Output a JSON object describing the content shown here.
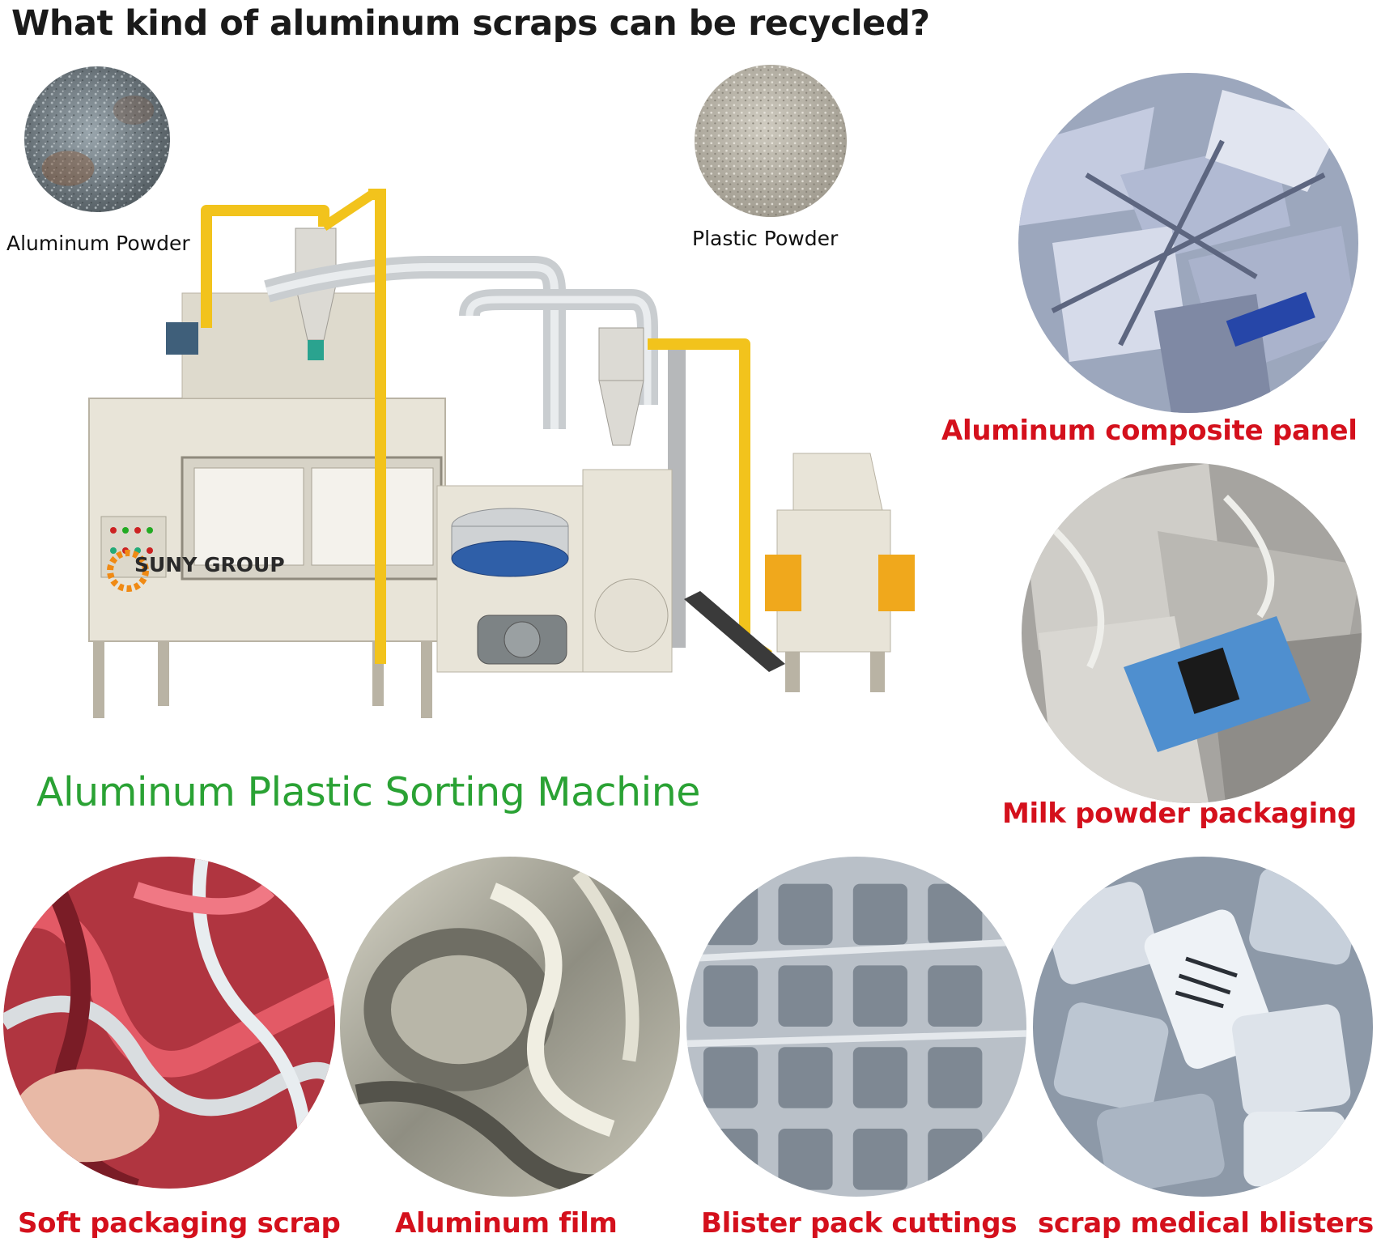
{
  "title": "What kind of aluminum scraps can be recycled?",
  "powders": {
    "aluminum": "Aluminum Powder",
    "plastic": "Plastic Powder"
  },
  "machine": {
    "caption": "Aluminum Plastic Sorting Machine",
    "brand": "SUNY GROUP"
  },
  "scraps": [
    {
      "label": "Aluminum composite panel"
    },
    {
      "label": "Milk powder packaging"
    },
    {
      "label": "Soft packaging scrap"
    },
    {
      "label": "Aluminum film"
    },
    {
      "label": "Blister pack cuttings"
    },
    {
      "label": "scrap medical blisters"
    }
  ],
  "colors": {
    "red_label": "#d4101c",
    "green_label": "#2aa234",
    "pipe_yellow": "#f2c31c",
    "machine_body": "#e8e4d8",
    "motor_blue": "#2f5fa8"
  }
}
